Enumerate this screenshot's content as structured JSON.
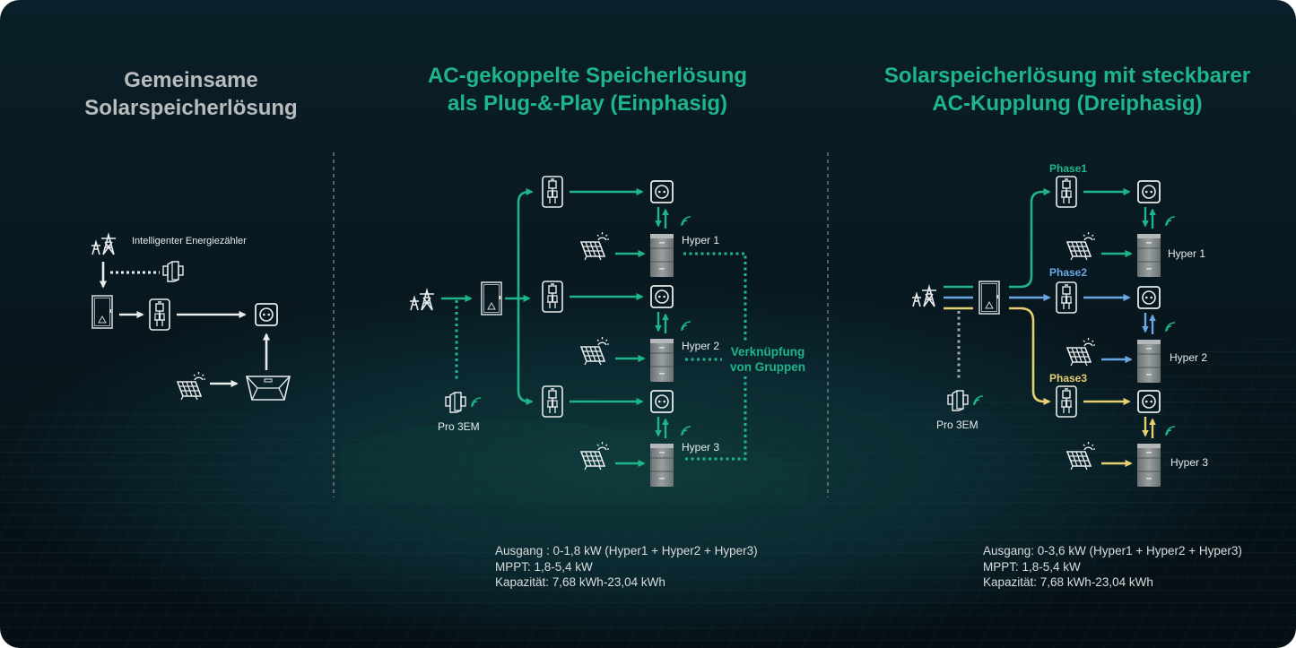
{
  "colors": {
    "accent_green": "#1fb58a",
    "phase2_blue": "#6aa6e0",
    "phase3_yellow": "#e6cf72",
    "icon_white": "#e8ecec",
    "title_grey": "#b9bcbd",
    "background": "#0a1f29"
  },
  "sections": [
    {
      "title_line1": "Gemeinsame",
      "title_line2": "Solarspeicherlösung",
      "meter_label": "Intelligenter Energiezähler"
    },
    {
      "title_line1": "AC-gekoppelte Speicherlösung",
      "title_line2": "als Plug-&-Play (Einphasig)",
      "meter_label": "Pro 3EM",
      "hypers": [
        "Hyper 1",
        "Hyper 2",
        "Hyper 3"
      ],
      "group_link_line1": "Verknüpfung",
      "group_link_line2": "von Gruppen",
      "specs": {
        "output": "Ausgang : 0-1,8 kW (Hyper1 + Hyper2 + Hyper3)",
        "mppt": "MPPT: 1,8-5,4 kW",
        "capacity": "Kapazität: 7,68 kWh-23,04 kWh"
      }
    },
    {
      "title_line1": "Solarspeicherlösung mit steckbarer",
      "title_line2": "AC-Kupplung (Dreiphasig)",
      "meter_label": "Pro 3EM",
      "phases": [
        "Phase1",
        "Phase2",
        "Phase3"
      ],
      "hypers": [
        "Hyper 1",
        "Hyper 2",
        "Hyper 3"
      ],
      "specs": {
        "output": "Ausgang: 0-3,6 kW (Hyper1 + Hyper2 + Hyper3)",
        "mppt": "MPPT: 1,8-5,4 kW",
        "capacity": "Kapazität: 7,68 kWh-23,04 kWh"
      }
    }
  ],
  "icons": {
    "grid": "power-tower-icon",
    "cabinet": "distribution-cabinet-icon",
    "breaker": "circuit-breaker-icon",
    "socket": "power-socket-icon",
    "solar": "solar-panel-icon",
    "battery": "battery-stack-icon",
    "meter": "energy-meter-icon",
    "wifi": "wireless-signal-icon",
    "inverter": "micro-inverter-icon"
  }
}
